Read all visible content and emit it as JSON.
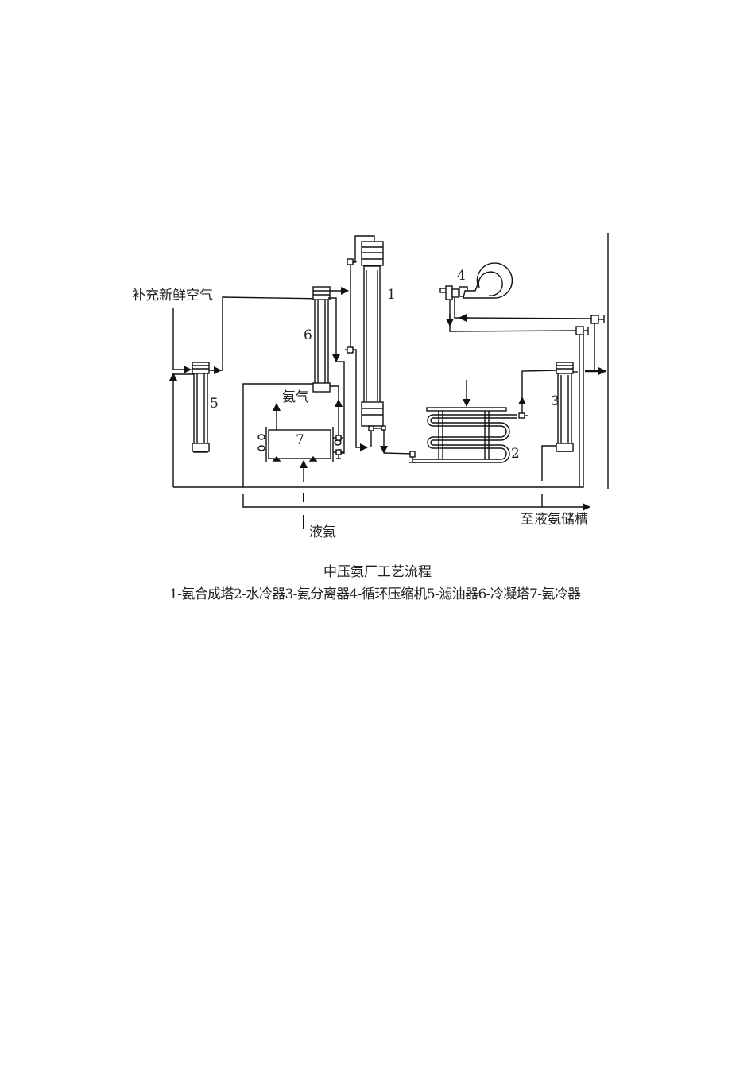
{
  "diagram": {
    "title": "中压氨厂工艺流程",
    "labels": {
      "fresh_air": "补充新鲜空气",
      "ammonia_gas": "氨气",
      "liquid_ammonia": "液氨",
      "to_storage": "至液氨储槽"
    },
    "equipment_numbers": {
      "n1": "1",
      "n2": "2",
      "n3": "3",
      "n4": "4",
      "n5": "5",
      "n6": "6",
      "n7": "7"
    },
    "legend": [
      {
        "id": "1",
        "text": "1-氨合成塔"
      },
      {
        "id": "2",
        "text": "2-水冷器"
      },
      {
        "id": "3",
        "text": "3-氨分离器"
      },
      {
        "id": "4",
        "text": "4-循环压缩机"
      },
      {
        "id": "5",
        "text": "5-滤油器"
      },
      {
        "id": "6",
        "text": "6-冷凝塔"
      },
      {
        "id": "7",
        "text": "7-氨冷器"
      }
    ],
    "legend_separator": ",",
    "line_color": "#111111",
    "background": "#ffffff"
  }
}
